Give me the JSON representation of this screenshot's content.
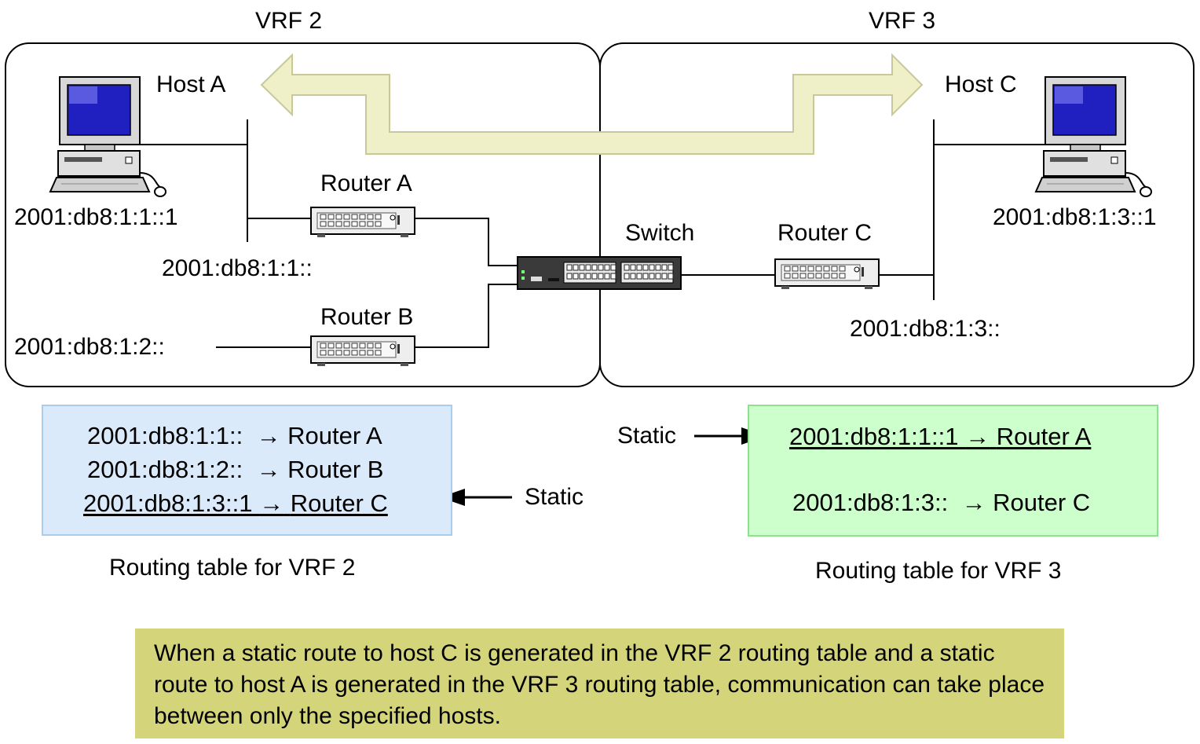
{
  "vrf2": {
    "title": "VRF 2"
  },
  "vrf3": {
    "title": "VRF 3"
  },
  "hosts": {
    "host_a": {
      "name": "Host A",
      "address": "2001:db8:1:1::1"
    },
    "host_c": {
      "name": "Host C",
      "address": "2001:db8:1:3::1"
    }
  },
  "devices": {
    "router_a": "Router A",
    "router_b": "Router B",
    "router_c": "Router C",
    "switch": "Switch"
  },
  "networks": {
    "net1": "2001:db8:1:1::",
    "net2": "2001:db8:1:2::",
    "net3": "2001:db8:1:3::"
  },
  "routing_table_vrf2": {
    "caption": "Routing table for VRF 2",
    "rows": [
      {
        "dest": "2001:db8:1:1::",
        "arrow": "→",
        "next_hop": "Router A",
        "static": false
      },
      {
        "dest": "2001:db8:1:2::",
        "arrow": "→",
        "next_hop": "Router B",
        "static": false
      },
      {
        "dest": "2001:db8:1:3::1",
        "arrow": "→",
        "next_hop": "Router C",
        "static": true
      }
    ],
    "static_label": "Static",
    "fill": "#dbeafb",
    "border": "#a8cdee"
  },
  "routing_table_vrf3": {
    "caption": "Routing table for VRF 3",
    "rows": [
      {
        "dest": "2001:db8:1:1::1",
        "arrow": "→",
        "next_hop": "Router A",
        "static": true
      },
      {
        "dest": "2001:db8:1:3::",
        "arrow": "→",
        "next_hop": "Router C",
        "static": false
      }
    ],
    "static_label": "Static",
    "fill": "#ccffcc",
    "border": "#8fe08f"
  },
  "note": "When a static route to host C is generated in the VRF 2 routing table and a static route to host A is generated in the VRF 3 routing table, communication can take place between only the specified hosts.",
  "colors": {
    "flow_arrow_fill": "#f0f0c8",
    "flow_arrow_stroke": "#c8c89a",
    "note_fill": "#d4d47a",
    "monitor_screen": "#2020c0"
  },
  "icons": {
    "host": "desktop-computer-icon",
    "router": "router-icon",
    "switch": "switch-icon"
  }
}
